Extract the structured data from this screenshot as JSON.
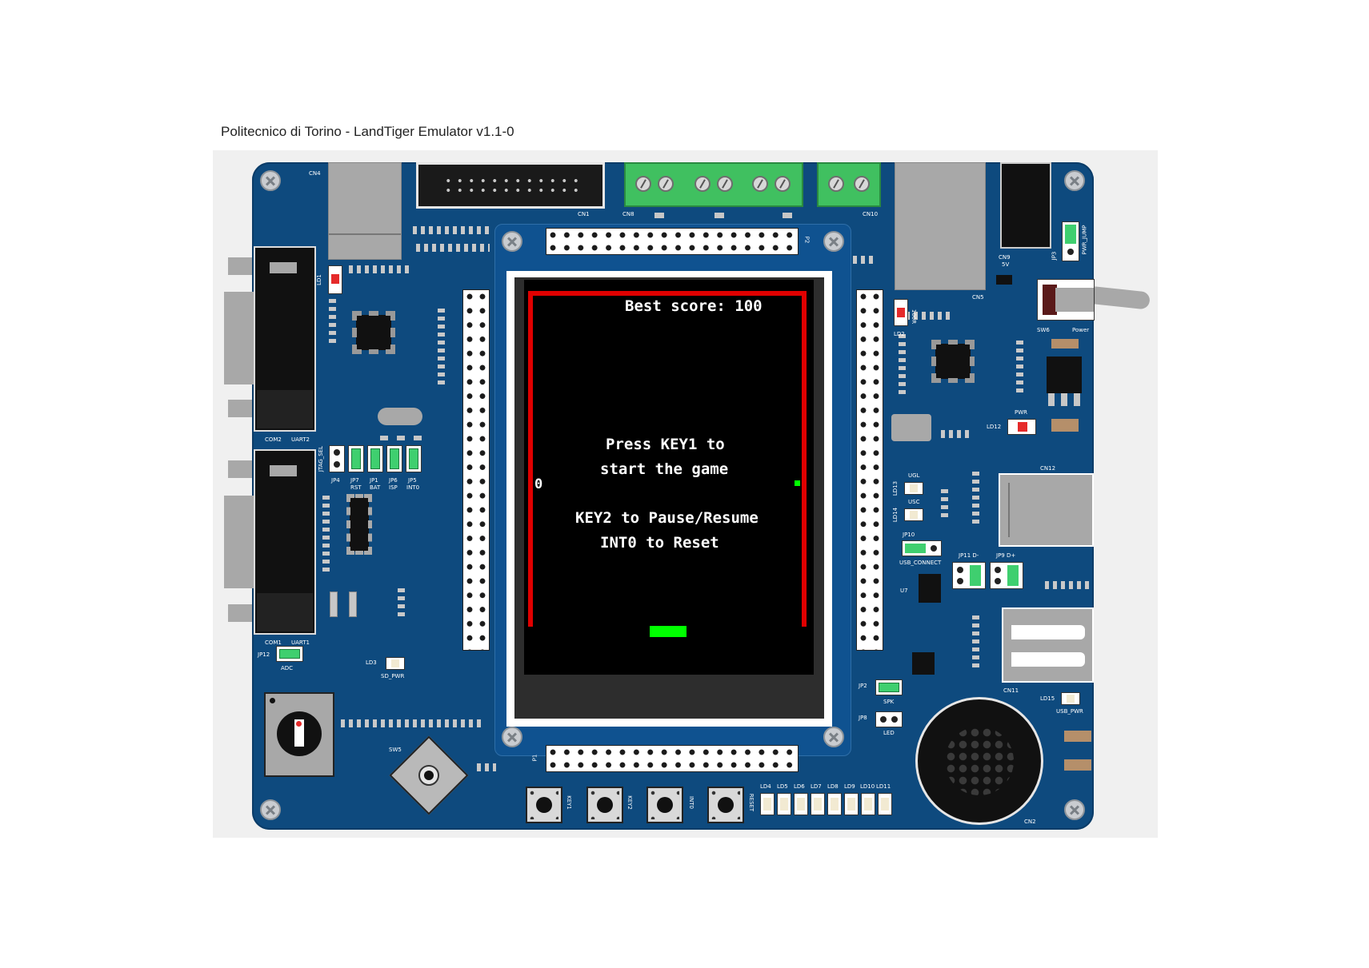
{
  "window": {
    "title": "Politecnico di Torino - LandTiger Emulator v1.1-0"
  },
  "board_labels": {
    "cn4": "CN4",
    "cn1": "CN1",
    "cn8": "CN8",
    "cn10": "CN10",
    "cn9": "CN9",
    "cn9_sub": "5V",
    "cn5": "CN5",
    "p2": "P2",
    "p1": "P1",
    "ld1": "LD1",
    "ld2": "LD2",
    "r100": "100R",
    "com2": "COM2",
    "uart2": "UART2",
    "com1": "COM1",
    "uart1": "UART1",
    "jtag_sel": "JTAG_SEL",
    "jp4": "JP4",
    "jp7": "JP7",
    "jp7_sub": "RST",
    "jp1": "JP1",
    "jp1_sub": "BAT",
    "jp6": "JP6",
    "jp6_sub": "ISP",
    "jp5": "JP5",
    "jp5_sub": "INT0",
    "jp12": "JP12",
    "adc": "ADC",
    "ld3": "LD3",
    "sd_pwr": "SD_PWR",
    "sw5": "SW5",
    "key1": "KEY1",
    "key2": "KEY2",
    "int0": "INT0",
    "reset": "RESET",
    "ld4": "LD4",
    "ld5": "LD5",
    "ld6": "LD6",
    "ld7": "LD7",
    "ld8": "LD8",
    "ld9": "LD9",
    "ld10": "LD10",
    "ld11": "LD11",
    "jp3": "JP3",
    "pwr_jump": "PWR_JUMP",
    "sw6": "SW6",
    "power": "Power",
    "pwr": "PWR",
    "ld12": "LD12",
    "cn12": "CN12",
    "ugl": "UGL",
    "ld13": "LD13",
    "usc": "USC",
    "ld14": "LD14",
    "jp10": "JP10",
    "usb_connect": "USB_CONNECT",
    "jp11": "JP11 D-",
    "jp9": "JP9 D+",
    "u7": "U7",
    "cn11": "CN11",
    "ld15": "LD15",
    "usb_pwr": "USB_PWR",
    "jp2": "JP2",
    "spk": "SPK",
    "jp8": "JP8",
    "led": "LED",
    "cn2": "CN2"
  },
  "lcd": {
    "best_score": "Best score: 100",
    "line1": "Press KEY1 to",
    "line2": "start the game",
    "line3": "KEY2 to Pause/Resume",
    "line4": "INT0 to Reset",
    "score": "0"
  },
  "colors": {
    "board": "#0e4a7e",
    "wall": "#e00000",
    "paddle": "#00ff00",
    "lcd_bg": "#000000"
  }
}
